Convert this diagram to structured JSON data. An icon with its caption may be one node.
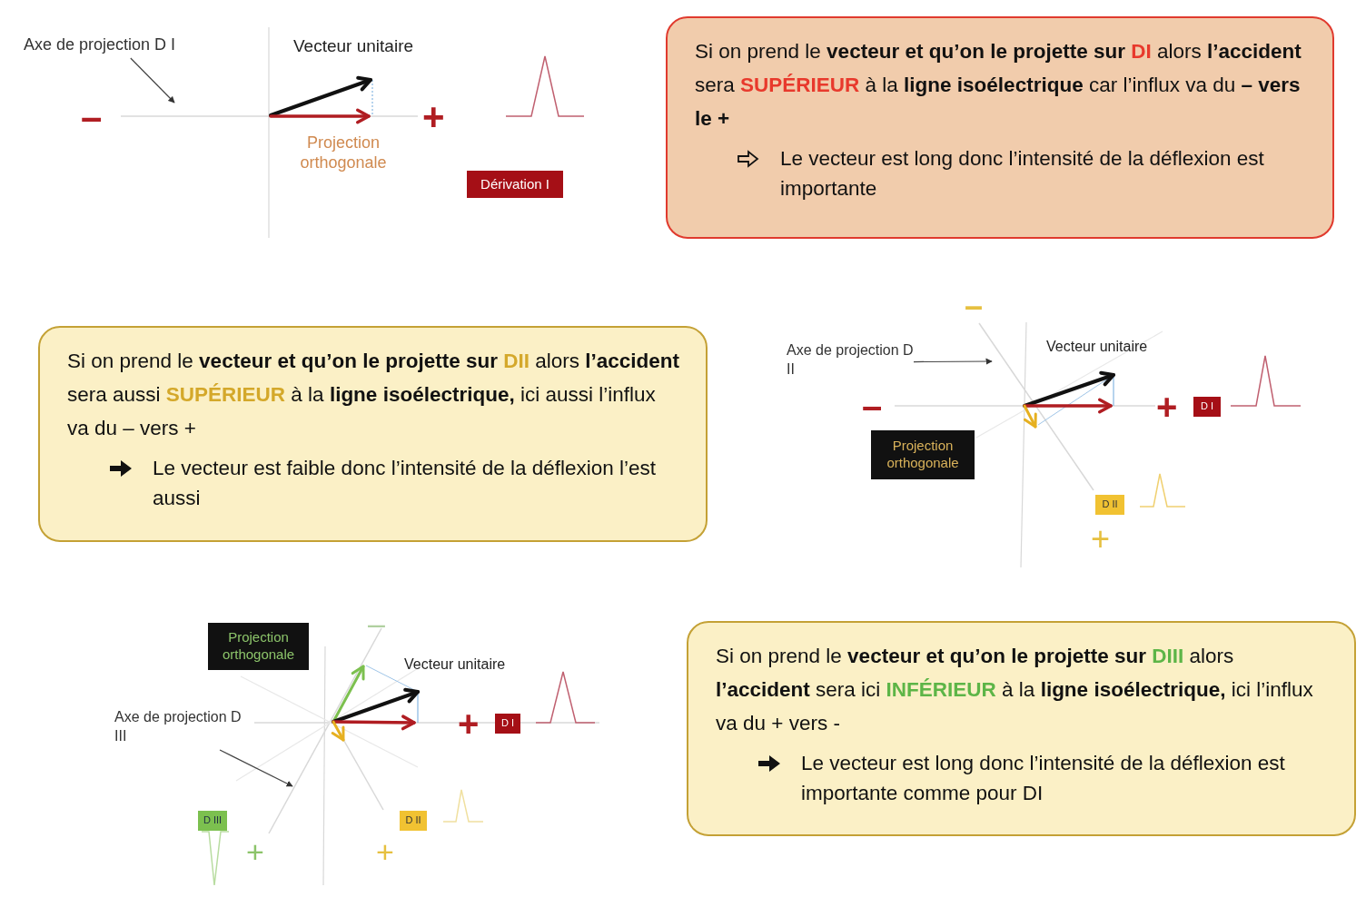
{
  "diagram": {
    "nodes": [
      {
        "text": [
          "Axe de projection D I"
        ]
      },
      {
        "text": [
          "Dérivation I"
        ]
      },
      {
        "text": [
          "Si on prend le **vecteur et qu’on le projette sur** **DI** alors **l’accident** sera **SUPÉRIEUR** à la **ligne isoélectrique** car l’influx va du **– vers le +**",
          "Le vecteur est long donc l’intensité de la déflexion est importante"
        ]
      },
      {
        "text": [
          "Si on prend le **vecteur et qu’on le projette sur** **DII** alors **l’accident** sera aussi **SUPÉRIEUR** à la **ligne isoélectrique,** ici aussi l’influx va du – vers +",
          "Le vecteur est faible donc l’intensité de la déflexion l’est aussi"
        ]
      },
      {
        "text": [
          "Axe de projection D II"
        ]
      },
      {
        "text": [
          "Projection orthogonale"
        ]
      },
      {
        "text": [
          "D I"
        ]
      },
      {
        "text": [
          "D II"
        ]
      },
      {
        "text": [
          "Projection orthogonale"
        ]
      },
      {
        "text": [
          "Axe de projection D III"
        ]
      },
      {
        "text": [
          "D I"
        ]
      },
      {
        "text": [
          "D III"
        ]
      },
      {
        "text": [
          "D II"
        ]
      },
      {
        "text": [
          "Si on prend le **vecteur et qu’on le projette sur** **DIII** alors **l’accident** sera ici **INFÉRIEUR** à la **ligne isoélectrique,** ici l’influx va du + vers -",
          "Le vecteur est long donc l’intensité de la déflexion est importante comme pour DI"
        ]
      }
    ],
    "edges": [
      {
        "from": 0,
        "to": null,
        "arrow": "to"
      },
      {
        "from": 4,
        "to": null,
        "arrow": "to"
      },
      {
        "from": 9,
        "to": null,
        "arrow": "to"
      }
    ],
    "labels": [
      "Vecteur unitaire",
      "–",
      "+",
      "Projection orthogonale",
      "–",
      "Vecteur unitaire",
      "–",
      "+",
      "+",
      "–",
      "Vecteur unitaire",
      "+",
      "+",
      "+"
    ]
  }
}
